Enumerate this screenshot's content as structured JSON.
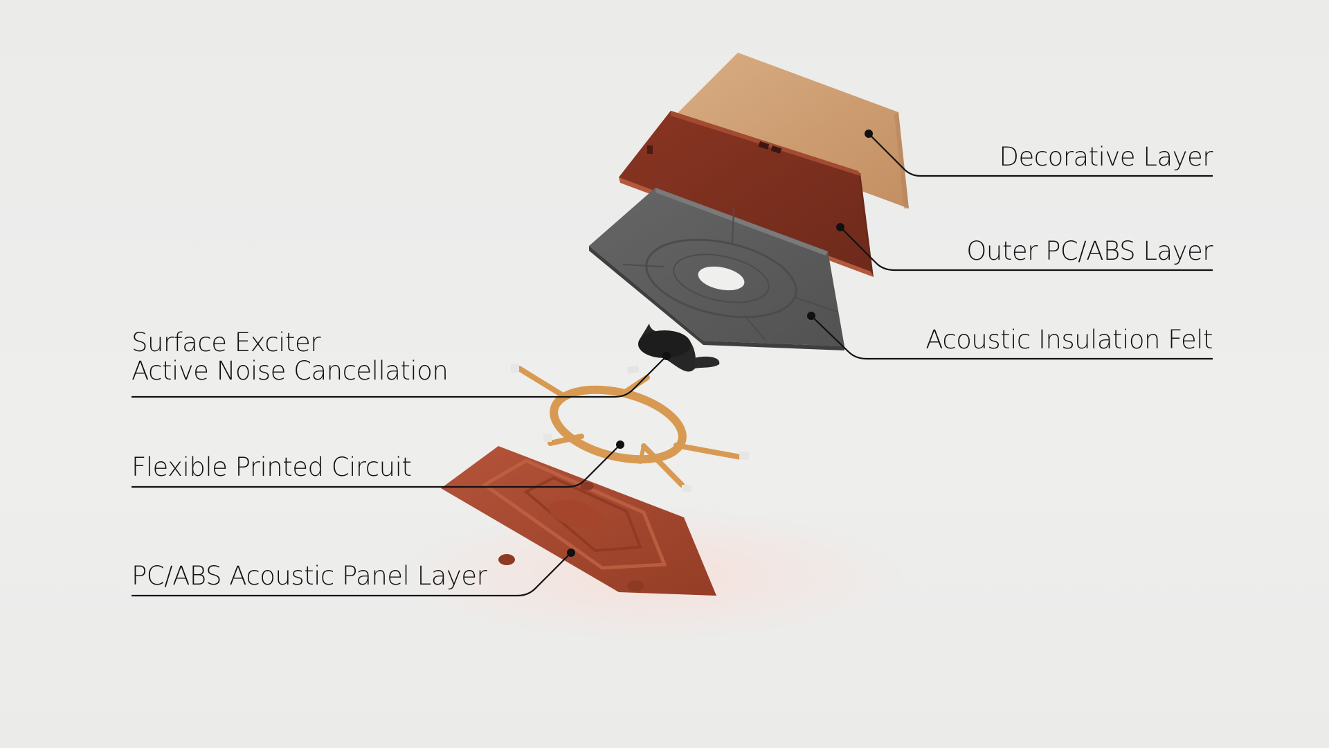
{
  "labels": {
    "decorative_layer": "Decorative Layer",
    "outer_pc_abs_layer": "Outer PC/ABS Layer",
    "acoustic_insulation_felt": "Acoustic Insulation Felt",
    "surface_exciter": "Surface Exciter",
    "active_noise_cancellation": "Active Noise Cancellation",
    "flexible_printed_circuit": "Flexible Printed Circuit",
    "pc_abs_acoustic_panel_layer": "PC/ABS Acoustic Panel Layer"
  },
  "colors": {
    "background": "#ececeb",
    "decorative": "#cf9f74",
    "outer_shell": "#8f3a24",
    "felt": "#5c5c5c",
    "circuit": "#d79a52",
    "exciter": "#252525",
    "panel": "#a9482d",
    "leader": "#111111"
  }
}
